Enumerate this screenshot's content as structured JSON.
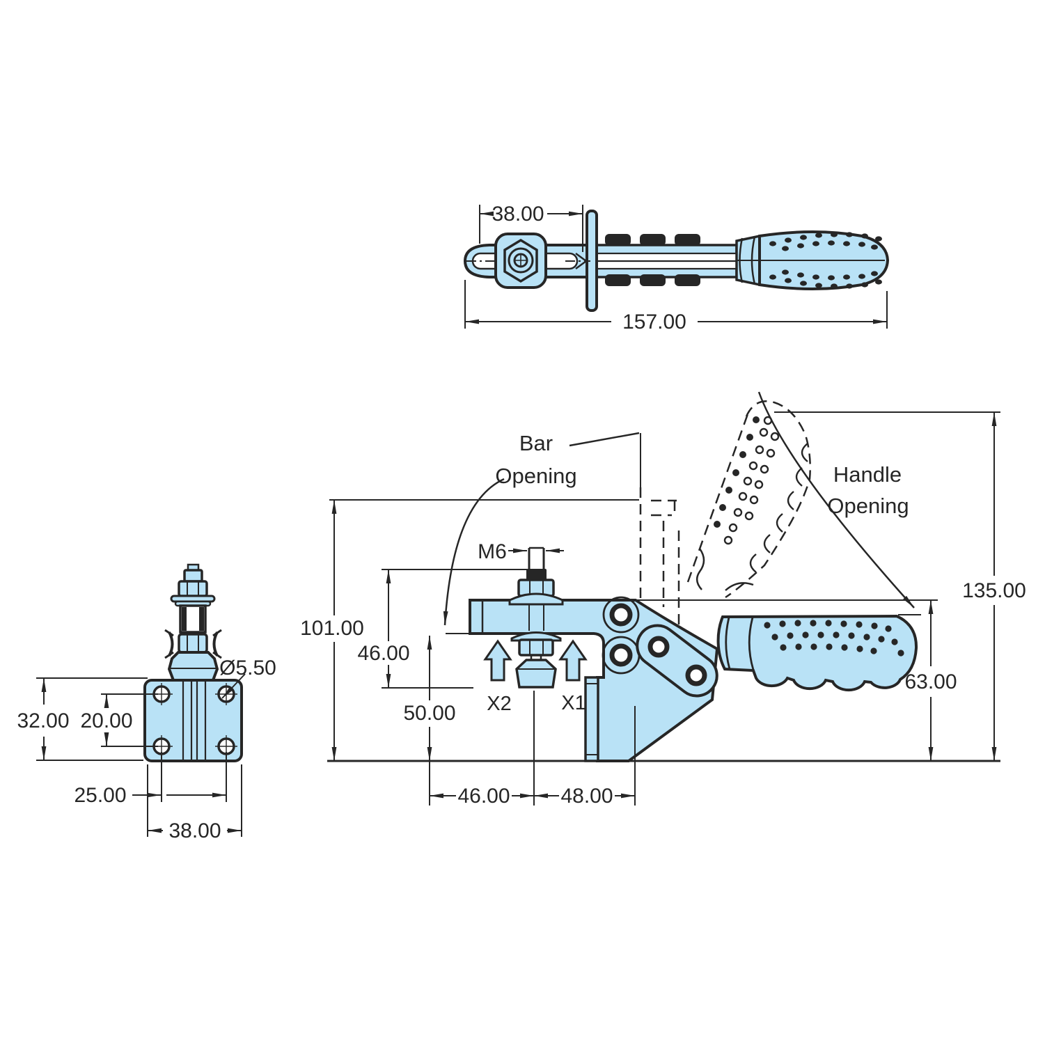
{
  "colors": {
    "background": "#ffffff",
    "part_fill": "#b9e2f6",
    "line": "#262626"
  },
  "views": {
    "top": {
      "dim_fork_width": "38.00",
      "dim_overall_length": "157.00"
    },
    "front": {
      "dim_plate_height": "32.00",
      "dim_hole_spacing_v": "20.00",
      "dim_hole_spacing_h": "25.00",
      "dim_plate_width": "38.00",
      "dim_hole_dia": "Ø5.50"
    },
    "side": {
      "label_bar_opening_line1": "Bar",
      "label_bar_opening_line2": "Opening",
      "label_handle_opening_line1": "Handle",
      "label_handle_opening_line2": "Opening",
      "dim_thread": "M6",
      "label_x2": "X2",
      "label_x1": "X1",
      "dim_total_height": "101.00",
      "dim_bar_height": "46.00",
      "dim_base_height": "50.00",
      "dim_length_left": "46.00",
      "dim_length_right": "48.00",
      "dim_handle_height": "63.00",
      "dim_open_height": "135.00"
    }
  }
}
